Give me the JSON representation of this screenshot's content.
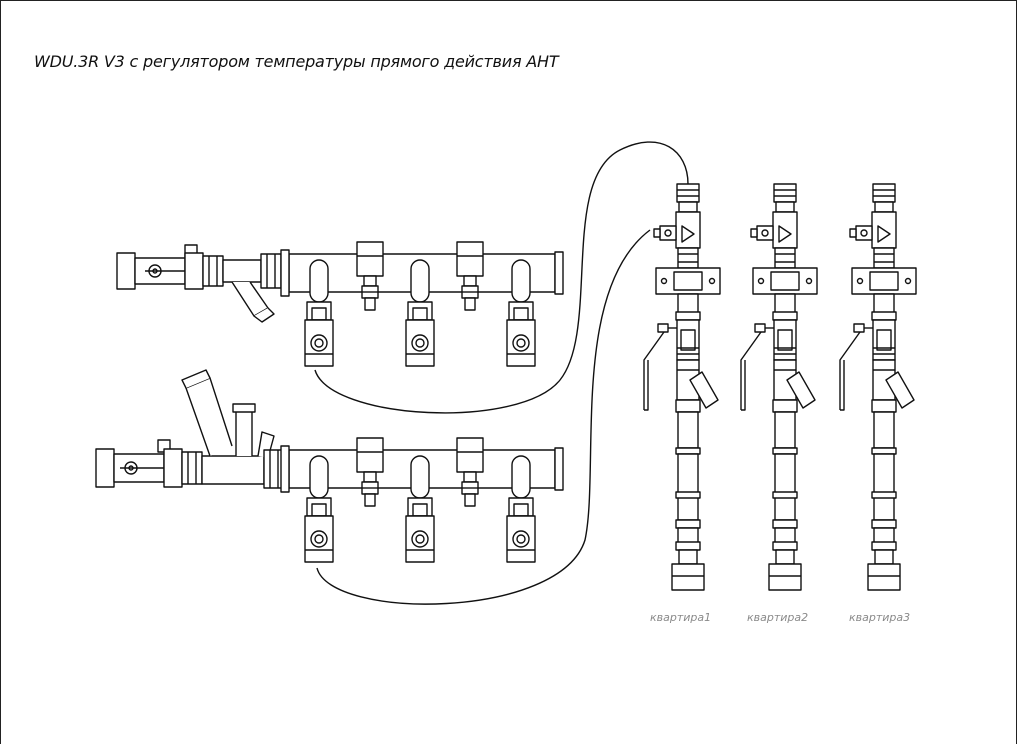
{
  "title": "WDU.3R V3 с регулятором температуры прямого действия AHT",
  "risers": [
    {
      "label": "квартира1"
    },
    {
      "label": "квартира2"
    },
    {
      "label": "квартира3"
    }
  ],
  "colors": {
    "line": "#111111",
    "label": "#8a8a8a",
    "background": "#ffffff"
  }
}
